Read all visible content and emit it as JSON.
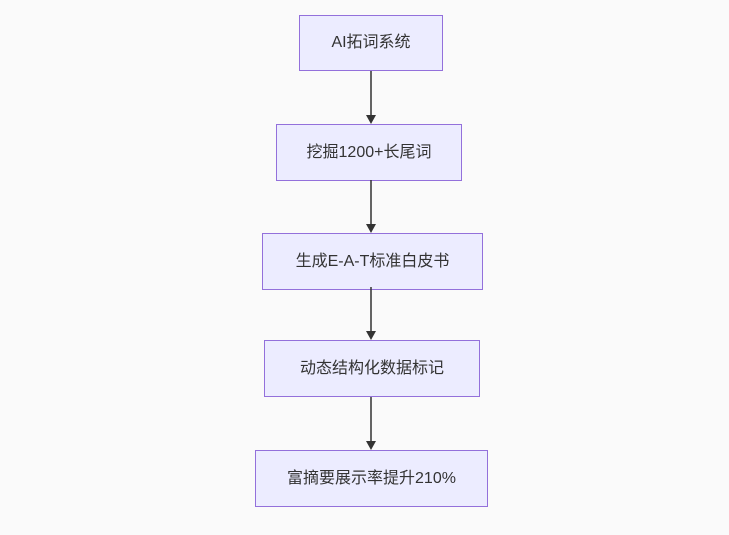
{
  "diagram": {
    "type": "flowchart",
    "direction": "top-down",
    "colors": {
      "page_background": "#fafafa",
      "node_fill": "#ECECFF",
      "node_border": "#9370DB",
      "node_text": "#333333",
      "arrow": "#333333"
    },
    "nodes": [
      {
        "id": "n1",
        "label": "AI拓词系统"
      },
      {
        "id": "n2",
        "label": "挖掘1200+长尾词"
      },
      {
        "id": "n3",
        "label": "生成E-A-T标准白皮书"
      },
      {
        "id": "n4",
        "label": "动态结构化数据标记"
      },
      {
        "id": "n5",
        "label": "富摘要展示率提升210%"
      }
    ],
    "edges": [
      {
        "from": "n1",
        "to": "n2"
      },
      {
        "from": "n2",
        "to": "n3"
      },
      {
        "from": "n3",
        "to": "n4"
      },
      {
        "from": "n4",
        "to": "n5"
      }
    ]
  }
}
